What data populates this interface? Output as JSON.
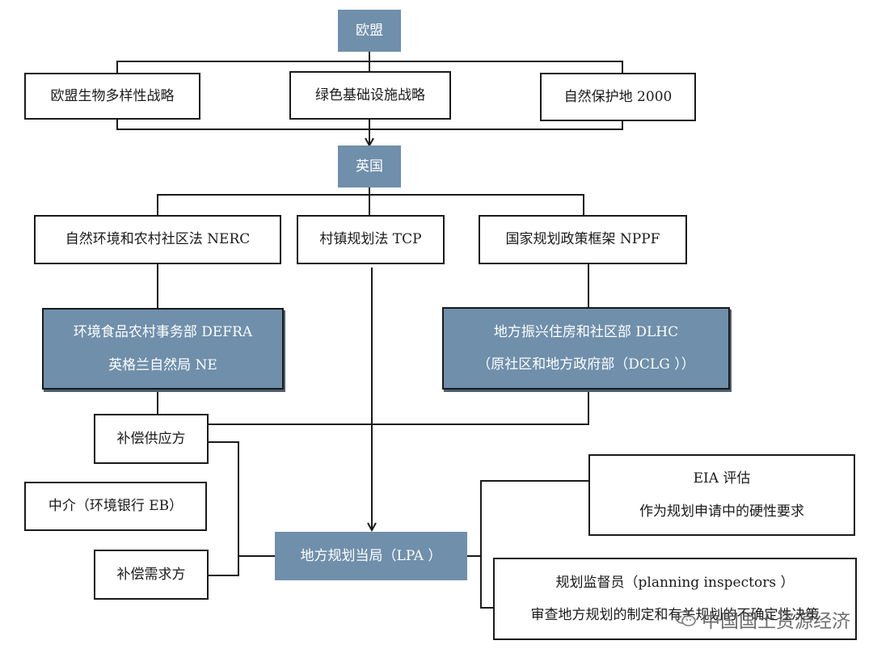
{
  "eu": {
    "title": "欧盟",
    "items": [
      "欧盟生物多样性战略",
      "绿色基础设施战略",
      "自然保护地 2000"
    ]
  },
  "uk": {
    "title": "英国",
    "laws": [
      "自然环境和农村社区法 NERC",
      "村镇规划法 TCP",
      "国家规划政策框架 NPPF"
    ]
  },
  "defra": {
    "line1": "环境食品农村事务部 DEFRA",
    "line2": "英格兰自然局 NE"
  },
  "dlhc": {
    "line1": "地方振兴住房和社区部 DLHC",
    "line2": "（原社区和地方政府部（DCLG ））"
  },
  "supply": "补偿供应方",
  "broker": "中介（环境银行 EB）",
  "demand": "补偿需求方",
  "lpa": "地方规划当局（LPA ）",
  "eia": {
    "line1": "EIA 评估",
    "line2": "作为规划申请中的硬性要求"
  },
  "inspectors": {
    "line1": "规划监督员（planning inspectors ）",
    "line2": "审查地方规划的制定和有关规划的不确定性决策"
  },
  "watermark": "中国国土资源经济"
}
